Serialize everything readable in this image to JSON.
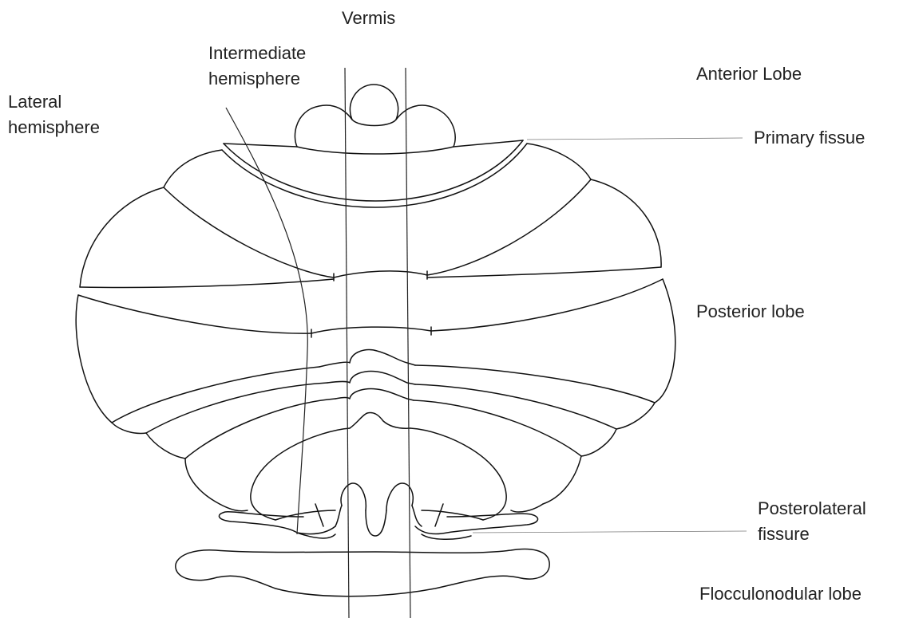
{
  "labels": {
    "vermis": "Vermis",
    "intermediate_hemisphere_line1": "Intermediate",
    "intermediate_hemisphere_line2": "hemisphere",
    "lateral_hemisphere_line1": "Lateral",
    "lateral_hemisphere_line2": "hemisphere",
    "anterior_lobe": "Anterior Lobe",
    "primary_fissure": "Primary fissue",
    "posterior_lobe": "Posterior lobe",
    "posterolateral_fissure_line1": "Posterolateral",
    "posterolateral_fissure_line2": "fissure",
    "flocculonodular_lobe": "Flocculonodular lobe"
  }
}
